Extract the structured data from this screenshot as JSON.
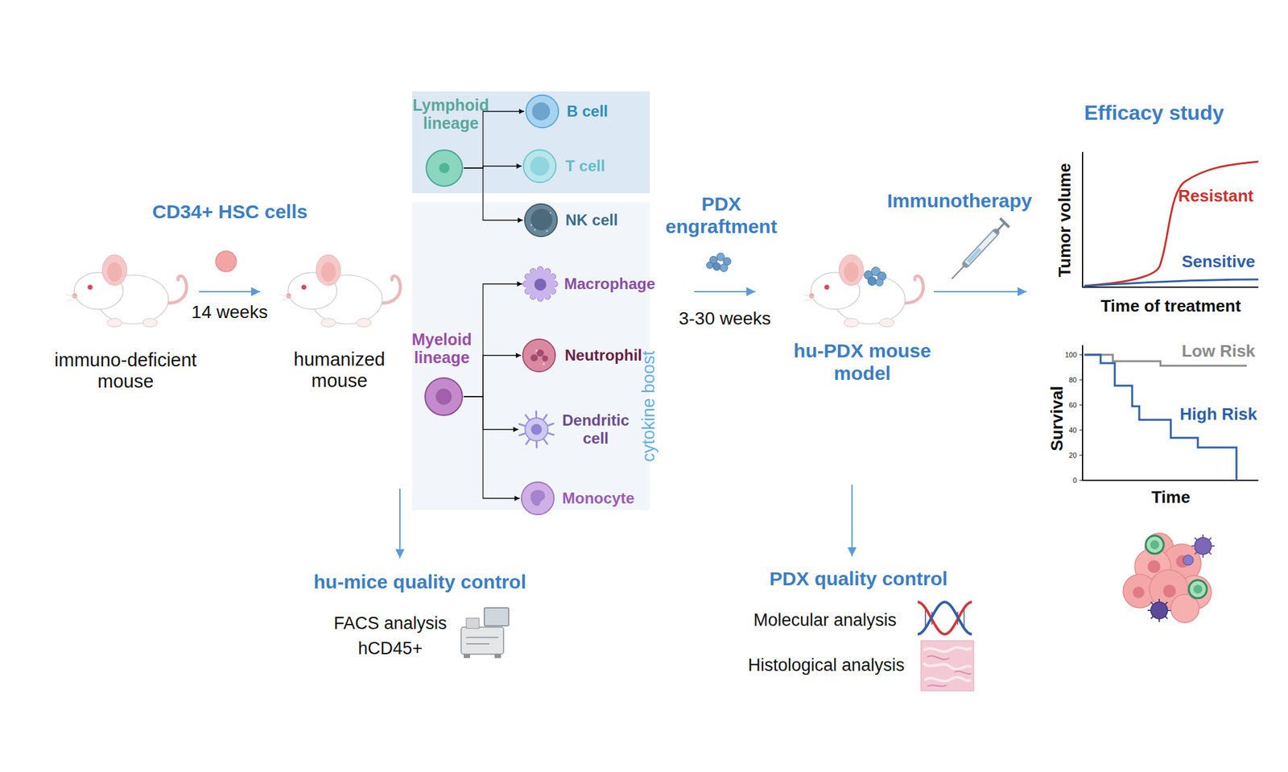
{
  "diagram": {
    "nodes": [
      {
        "text": [
          "immuno-deficient mouse"
        ]
      },
      {
        "text": [
          "humanized mouse"
        ]
      },
      {
        "text": [
          "Lymphoid lineage"
        ]
      },
      {
        "text": [
          "B cell"
        ]
      },
      {
        "text": [
          "T cell"
        ]
      },
      {
        "text": [
          "NK cell"
        ]
      },
      {
        "text": [
          "Myeloid lineage"
        ]
      },
      {
        "text": [
          "Macrophage"
        ]
      },
      {
        "text": [
          "Neutrophil"
        ]
      },
      {
        "text": [
          "Dendritic cell"
        ]
      },
      {
        "text": [
          "Monocyte"
        ]
      },
      {
        "text": [
          "hu-PDX mouse model"
        ]
      }
    ],
    "edges": [
      {
        "from": 0,
        "to": 1,
        "label": "14 weeks",
        "arrow": "to"
      },
      {
        "from": 1,
        "to": 11,
        "label": "3-30 weeks",
        "arrow": "to"
      },
      {
        "from": 2,
        "to": 3,
        "arrow": "to"
      },
      {
        "from": 2,
        "to": 4,
        "arrow": "to"
      },
      {
        "from": 2,
        "to": 5,
        "arrow": "to"
      },
      {
        "from": 6,
        "to": 7,
        "arrow": "to"
      },
      {
        "from": 6,
        "to": 8,
        "arrow": "to"
      },
      {
        "from": 6,
        "to": 9,
        "arrow": "to"
      },
      {
        "from": 6,
        "to": 10,
        "arrow": "to"
      }
    ],
    "labels": [
      "CD34+ HSC cells",
      "PDX engraftment",
      "Immunotherapy",
      "Efficacy study",
      "cytokine boost",
      "hu-mice quality control",
      "FACS analysis",
      "hCD45+",
      "PDX quality control",
      "Molecular analysis",
      "Histological analysis",
      "Tumor volume",
      "Time of treatment",
      "Resistant",
      "Sensitive",
      "100",
      "80",
      "60",
      "40",
      "20",
      "0",
      "Survival",
      "Time",
      "Low Risk",
      "High Risk"
    ]
  }
}
